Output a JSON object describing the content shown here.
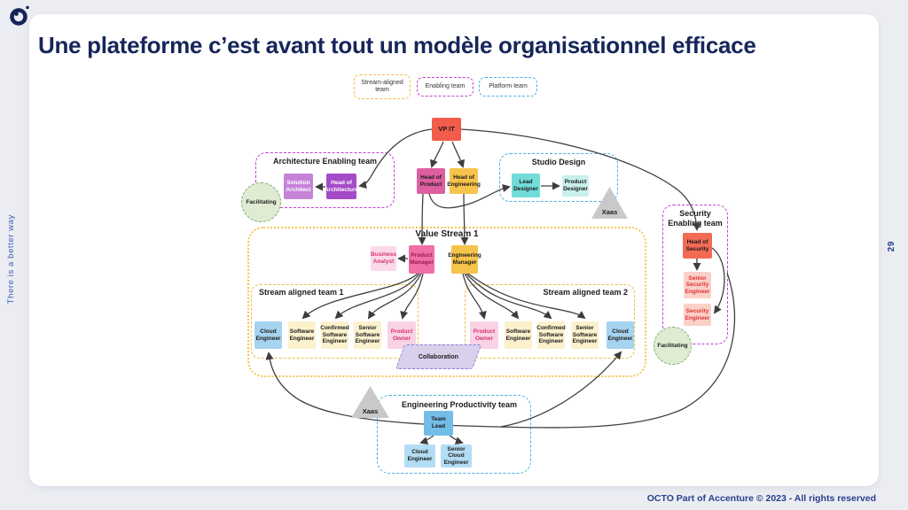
{
  "slide": {
    "title": "Une plateforme c’est avant tout un modèle organisationnel efficace",
    "tagline": "There is a better way",
    "page_number": "29",
    "footer": "OCTO Part of Accenture © 2023 - All rights reserved"
  },
  "legend": {
    "items": [
      {
        "label": "Stream-aligned team",
        "color": "#f2be45"
      },
      {
        "label": "Enabling team",
        "color": "#c13fd1"
      },
      {
        "label": "Platform team",
        "color": "#45b0e6"
      }
    ]
  },
  "diagram": {
    "vp": {
      "label": "VP IT"
    },
    "heads": {
      "product": "Head of Product",
      "engineering": "Head of Engineering"
    },
    "architecture_team": {
      "label": "Architecture Enabling team",
      "solution_architect": "Solution Architect",
      "head_of_architecture": "Head of Architecture",
      "badge": "Facilitating"
    },
    "studio_design": {
      "label": "Studio Design",
      "lead_designer": "Lead Designer",
      "product_designer": "Product Designer",
      "badge": "Xaas"
    },
    "value_stream": {
      "label": "Value Stream 1",
      "business_analyst": "Business Analyst",
      "product_manager": "Product Manager",
      "engineering_manager": "Engineering Manager"
    },
    "stream_team_1": {
      "label": "Stream aligned team 1",
      "members": [
        "Cloud Engineer",
        "Software Engineer",
        "Confirmed Software Engineer",
        "Senior Software Engineer",
        "Product Owner"
      ]
    },
    "stream_team_2": {
      "label": "Stream aligned team 2",
      "members": [
        "Product Owner",
        "Software Engineer",
        "Confirmed Software Engineer",
        "Senior Software Engineer",
        "Cloud Engineer"
      ]
    },
    "collaboration_badge": "Collaboration",
    "security_team": {
      "label": "Security Enabling team",
      "head_of_security": "Head of Security",
      "senior_security_engineer": "Senior Security Engineer",
      "security_engineer": "Security Engineer",
      "badge": "Facilitating"
    },
    "productivity_team": {
      "label": "Engineering Productivity team",
      "team_lead": "Team Lead",
      "cloud_engineer": "Cloud Engineer",
      "senior_cloud_engineer": "Senior Cloud Engineer",
      "badge": "Xaas"
    }
  },
  "colors": {
    "title_navy": "#16265a",
    "stream_aligned_yellow": "#f2be45",
    "enabling_magenta": "#c13fd1",
    "platform_blue": "#45b0e6",
    "vp_red": "#f25c4a",
    "product_pink": "#dd5f9f",
    "engineering_yellow": "#f6c34c",
    "architect_purple": "#a44bc8",
    "design_teal": "#72dcd8",
    "cloud_blue": "#a5d3f0",
    "security_salmon": "#f36a55",
    "facilitating_green": "#dfebd3",
    "xaas_gray": "#c9c9c9",
    "collaboration_lilac": "#d9d0ec"
  }
}
